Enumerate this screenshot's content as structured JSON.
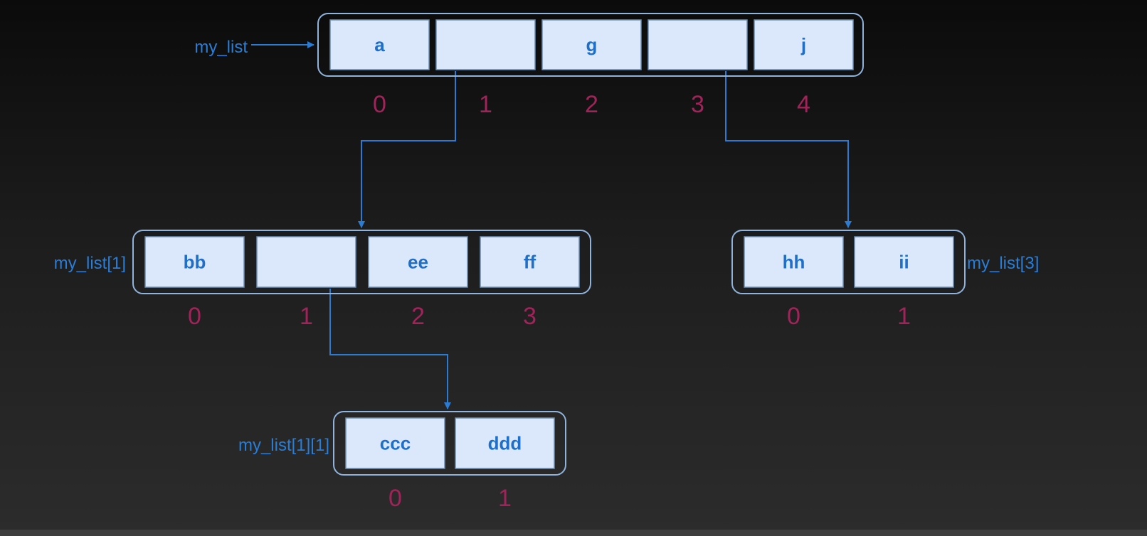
{
  "diagram": {
    "lists": [
      {
        "id": "root",
        "label": "my_list",
        "cells": [
          "a",
          "",
          "g",
          "",
          "j"
        ],
        "indices": [
          "0",
          "1",
          "2",
          "3",
          "4"
        ]
      },
      {
        "id": "l1",
        "label": "my_list[1]",
        "cells": [
          "bb",
          "",
          "ee",
          "ff"
        ],
        "indices": [
          "0",
          "1",
          "2",
          "3"
        ]
      },
      {
        "id": "l3",
        "label": "my_list[3]",
        "cells": [
          "hh",
          "ii"
        ],
        "indices": [
          "0",
          "1"
        ]
      },
      {
        "id": "l11",
        "label": "my_list[1][1]",
        "cells": [
          "ccc",
          "ddd"
        ],
        "indices": [
          "0",
          "1"
        ]
      }
    ],
    "references": [
      {
        "from_list": "root",
        "from_cell": 1,
        "to_list": "l1"
      },
      {
        "from_list": "root",
        "from_cell": 3,
        "to_list": "l3"
      },
      {
        "from_list": "l1",
        "from_cell": 1,
        "to_list": "l11"
      }
    ],
    "colors": {
      "cell_fill": "#dbe8fb",
      "cell_stroke": "#6b8db5",
      "container_stroke": "#8fb3dc",
      "arrow": "#2b7bd2",
      "cell_text": "#1f6fc8",
      "index_text": "#a0245a",
      "label_text": "#2a7dd6"
    }
  }
}
